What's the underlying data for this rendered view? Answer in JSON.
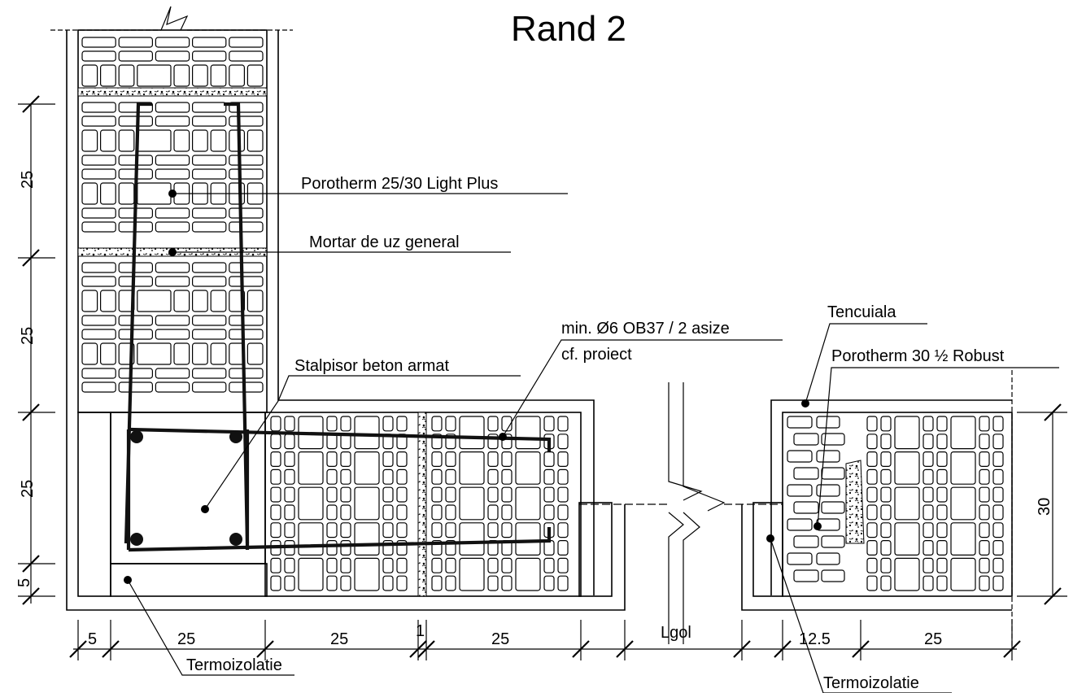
{
  "title": "Rand 2",
  "labels": {
    "block_type": "Porotherm 25/30 Light Plus",
    "mortar": "Mortar de uz general",
    "column": "Stalpisor beton armat",
    "rebar_line1": "min. Ø6 OB37 / 2 asize",
    "rebar_line2": "cf. proiect",
    "plaster": "Tencuiala",
    "half_block": "Porotherm 30 ½ Robust",
    "insulation_left": "Termoizolatie",
    "insulation_right": "Termoizolatie"
  },
  "dimensions": {
    "vertical_left": [
      "25",
      "25",
      "25",
      "5"
    ],
    "vertical_right": "30",
    "horizontal": [
      "5",
      "25",
      "25",
      "1",
      "25",
      "Lgol",
      "12.5",
      "25"
    ]
  }
}
